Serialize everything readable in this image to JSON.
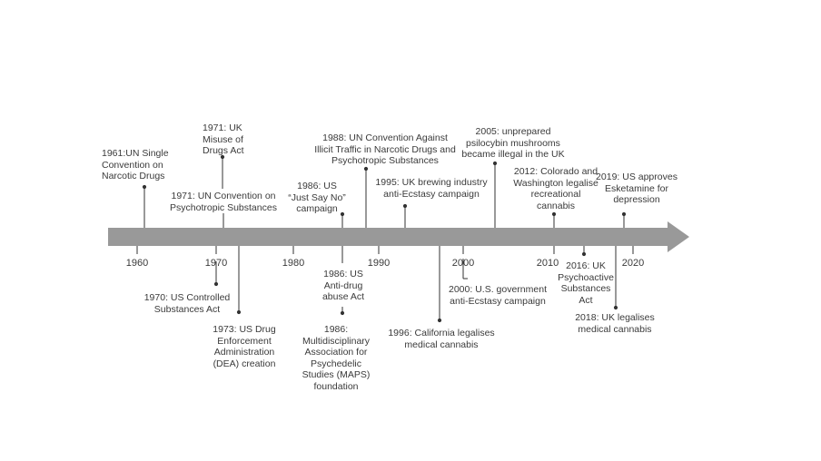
{
  "colors": {
    "axis": "#999999",
    "connector": "#333333",
    "text": "#3a3a3a"
  },
  "years": [
    "1960",
    "1970",
    "1980",
    "1990",
    "2000",
    "2010",
    "2020"
  ],
  "events": [
    {
      "id": "e1961",
      "lines": [
        "1961:UN Single",
        "Convention on",
        "Narcotic Drugs"
      ]
    },
    {
      "id": "e1971a",
      "lines": [
        "1971: UK",
        "Misuse of",
        "Drugs Act"
      ]
    },
    {
      "id": "e1971b",
      "lines": [
        "1971: UN Convention on",
        "Psychotropic Substances"
      ]
    },
    {
      "id": "e1970",
      "lines": [
        "1970: US Controlled",
        "Substances Act"
      ]
    },
    {
      "id": "e1973",
      "lines": [
        "1973: US Drug",
        "Enforcement",
        "Administration",
        "(DEA) creation"
      ]
    },
    {
      "id": "e1986a",
      "lines": [
        "1986: US",
        "“Just Say No”",
        "campaign"
      ]
    },
    {
      "id": "e1986b",
      "lines": [
        "1986: US",
        "Anti-drug",
        "abuse Act"
      ]
    },
    {
      "id": "e1986c",
      "lines": [
        "1986:",
        "Multidisciplinary",
        "Association for",
        "Psychedelic",
        "Studies (MAPS)",
        "foundation"
      ]
    },
    {
      "id": "e1988",
      "lines": [
        "1988: UN Convention Against",
        "Illicit Traffic in Narcotic Drugs and",
        "Psychotropic Substances"
      ]
    },
    {
      "id": "e1995",
      "lines": [
        "1995: UK brewing industry",
        "anti-Ecstasy campaign"
      ]
    },
    {
      "id": "e1996",
      "lines": [
        "1996: California legalises",
        "medical cannabis"
      ]
    },
    {
      "id": "e2000",
      "lines": [
        "2000: U.S. government",
        "anti-Ecstasy campaign"
      ]
    },
    {
      "id": "e2005",
      "lines": [
        "2005: unprepared",
        "psilocybin mushrooms",
        "became illegal in the UK"
      ]
    },
    {
      "id": "e2012",
      "lines": [
        "2012: Colorado and",
        "Washington legalise",
        "recreational",
        "cannabis"
      ]
    },
    {
      "id": "e2016",
      "lines": [
        "2016: UK",
        "Psychoactive",
        "Substances",
        "Act"
      ]
    },
    {
      "id": "e2018",
      "lines": [
        "2018: UK legalises",
        "medical cannabis"
      ]
    },
    {
      "id": "e2019",
      "lines": [
        "2019: US approves",
        "Esketamine for",
        "depression"
      ]
    }
  ]
}
